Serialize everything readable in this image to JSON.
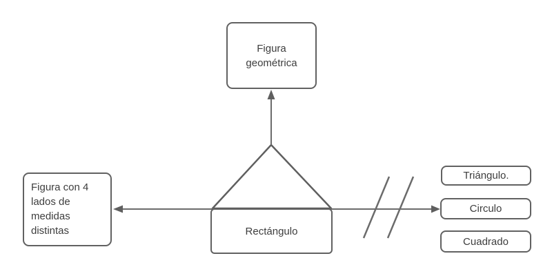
{
  "diagram": {
    "background": "#ffffff",
    "stroke_color": "#616161",
    "text_color": "#3d3d3d",
    "nodes": {
      "figura_geometrica": {
        "label": "Figura geométrica"
      },
      "rectangulo": {
        "label": "Rectángulo"
      },
      "figura_4_lados": {
        "label": "Figura con 4 lados de medidas distintas"
      },
      "right_options": [
        {
          "label": "Triángulo."
        },
        {
          "label": "Circulo"
        },
        {
          "label": "Cuadrado"
        }
      ]
    },
    "shapes": {
      "center_shape": "triangle-outline-on-rectangle",
      "right_connector_marks": "double-slash-negation"
    },
    "connectors": [
      {
        "from": "rectangulo",
        "to": "figura_geometrica",
        "style": "arrow-up"
      },
      {
        "from": "rectangulo",
        "to": "figura_4_lados",
        "style": "arrow-left"
      },
      {
        "from": "rectangulo",
        "to": "right_options",
        "style": "arrow-right",
        "crossed": true
      }
    ]
  }
}
